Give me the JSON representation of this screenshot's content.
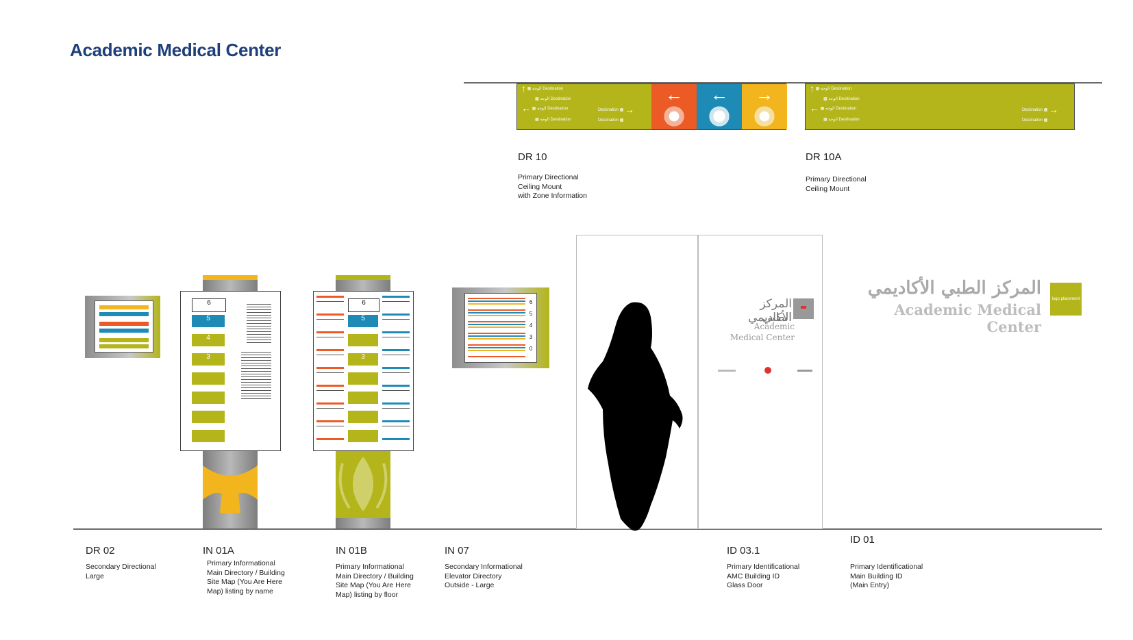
{
  "page": {
    "title": "Academic Medical Center"
  },
  "colors": {
    "title_blue": "#1f3f7a",
    "olive": "#b3b51a",
    "orange": "#ec5a26",
    "blue": "#1e8bb7",
    "yellow": "#f2b51e",
    "red": "#e03232",
    "grey": "#8a8a8a"
  },
  "ceiling_sign_text": {
    "destination": "Destination",
    "arabic_word": "الوجه"
  },
  "pillar_numbers": [
    "6",
    "5",
    "4",
    "3"
  ],
  "in01b_numbers": [
    "6",
    "5",
    "3"
  ],
  "in07_numbers": [
    "6",
    "5",
    "4",
    "3",
    "0"
  ],
  "door": {
    "arabic_line1": "المركز الطبي",
    "arabic_line2": "الأكاديمي",
    "english_line1": "Academic",
    "english_line2": "Medical Center"
  },
  "main_id": {
    "arabic": "المركز الطبي الأكاديمي",
    "english": "Academic Medical Center",
    "logo_label": "logo placement"
  },
  "signs": {
    "dr10": {
      "code": "DR 10",
      "desc": "Primary Directional\nCeiling Mount\nwith Zone Information"
    },
    "dr10a": {
      "code": "DR 10A",
      "desc": "Primary Directional\nCeiling Mount"
    },
    "dr02": {
      "code": "DR 02",
      "desc": "Secondary Directional\nLarge"
    },
    "in01a": {
      "code": "IN 01A",
      "desc": "Primary Informational\nMain Directory / Building\nSite Map (You Are Here\nMap) listing by name"
    },
    "in01b": {
      "code": "IN 01B",
      "desc": "Primary Informational\nMain Directory / Building\nSite Map (You Are Here\nMap) listing by floor"
    },
    "in07": {
      "code": "IN 07",
      "desc": "Secondary Informational\nElevator Directory\nOutside - Large"
    },
    "id031": {
      "code": "ID 03.1",
      "desc": "Primary Identificational\nAMC Building ID\nGlass Door"
    },
    "id01": {
      "code": "ID 01",
      "desc": "Primary Identificational\nMain Building ID\n(Main Entry)"
    }
  }
}
